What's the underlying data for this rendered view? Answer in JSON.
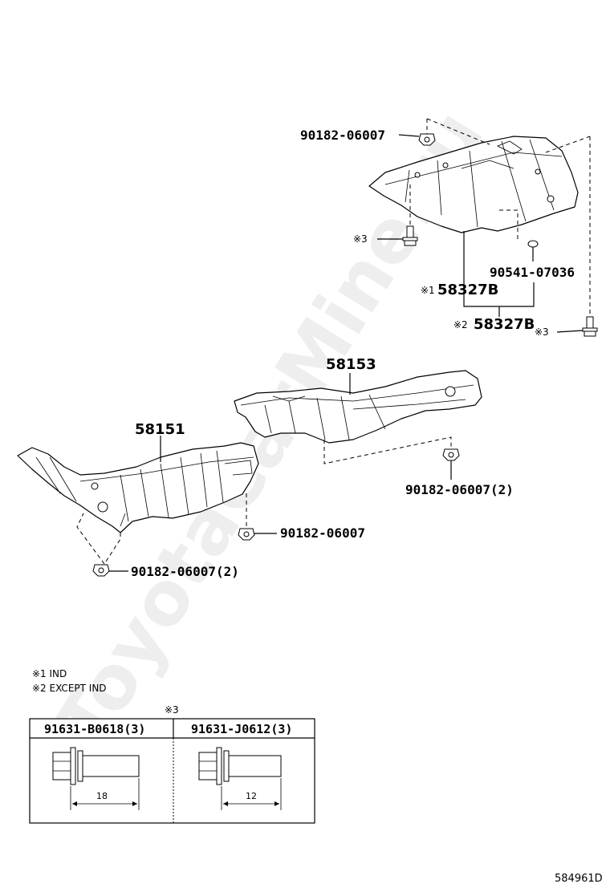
{
  "watermark": "ToyotaCarMine.ru",
  "parts": {
    "nut_top": "90182-06007",
    "mark3_upper_left": "※3",
    "clip": "90541-07036",
    "cover_ind_mark": "※1",
    "cover_ind": "58327B",
    "cover_except_mark": "※2",
    "cover_except": "58327B",
    "mark3_right": "※3",
    "insulator_center": "58153",
    "insulator_front": "58151",
    "nut_center": "90182-06007(2)",
    "nut_front_mid": "90182-06007",
    "nut_front_low": "90182-06007(2)"
  },
  "notes": {
    "n1": "※1 IND",
    "n2": "※2 EXCEPT IND",
    "table_mark": "※3"
  },
  "bolt_table": {
    "col1_header": "91631-B0618(3)",
    "col1_dim": "18",
    "col2_header": "91631-J0612(3)",
    "col2_dim": "12"
  },
  "diagram_code": "584961D"
}
